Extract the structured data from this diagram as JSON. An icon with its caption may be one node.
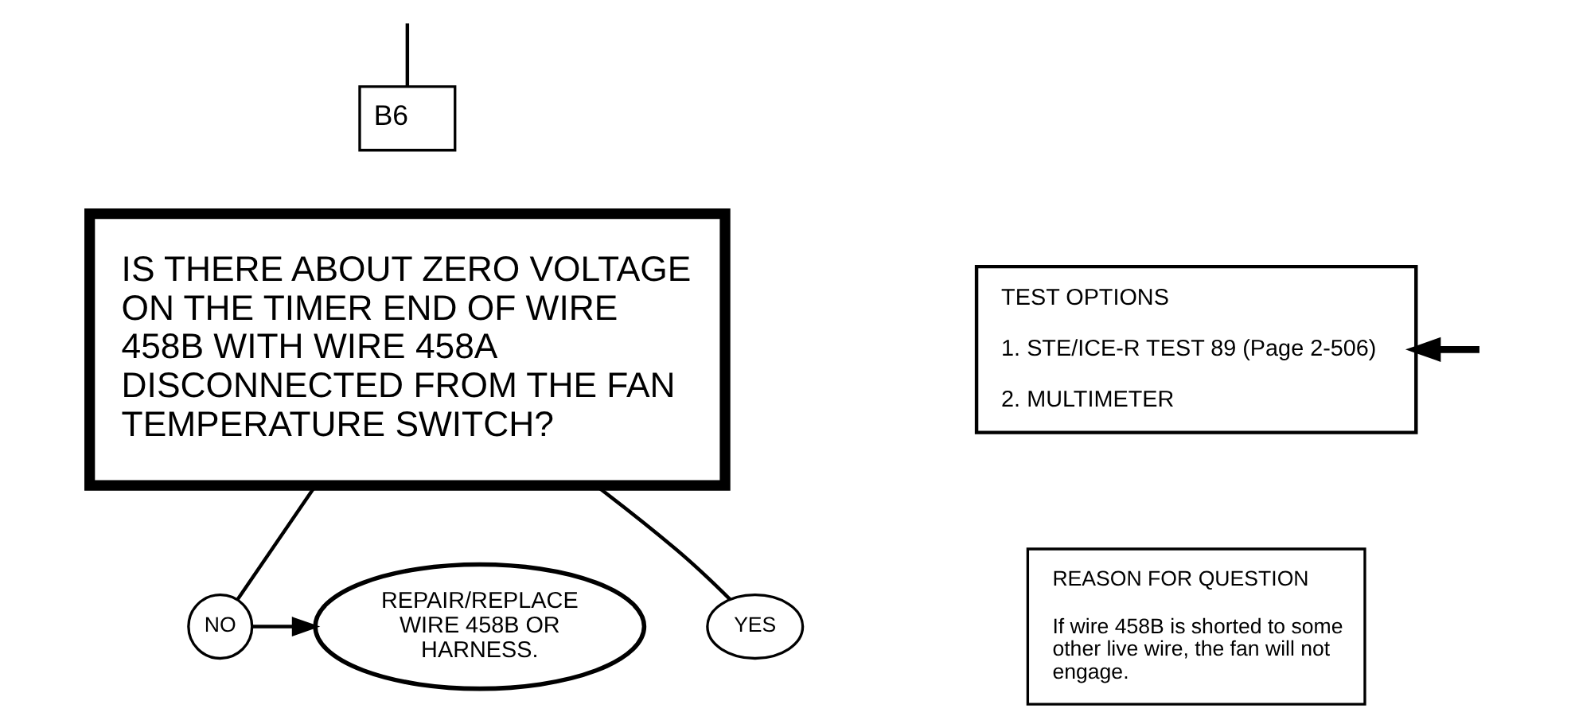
{
  "diagram": {
    "nodes": [
      {
        "text": [
          "B6"
        ]
      },
      {
        "text": [
          "IS THERE ABOUT ZERO VOLTAGE ON THE TIMER END OF WIRE 458B WITH WIRE 458A DISCONNECTED FROM THE FAN TEMPERATURE SWITCH?"
        ]
      },
      {
        "text": [
          "TEST OPTIONS",
          "1. STE/ICE-R TEST 89 (Page 2-506)",
          "2. MULTIMETER"
        ]
      },
      {
        "text": [
          "REASON FOR QUESTION",
          "If wire 458B is shorted to some other live wire, the fan will not engage."
        ]
      },
      {
        "text": [
          "NO"
        ]
      },
      {
        "text": [
          "REPAIR/REPLACE WIRE 458B OR HARNESS."
        ]
      },
      {
        "text": [
          "YES"
        ]
      }
    ],
    "edges": [
      {
        "from": null,
        "to": 0,
        "arrow": "none"
      },
      {
        "from": null,
        "to": 2,
        "arrow": "to",
        "style": "thick"
      },
      {
        "from": 1,
        "to": 4,
        "arrow": "none"
      },
      {
        "from": 4,
        "to": 5,
        "arrow": "to"
      },
      {
        "from": 1,
        "to": 6,
        "arrow": "none"
      }
    ]
  }
}
